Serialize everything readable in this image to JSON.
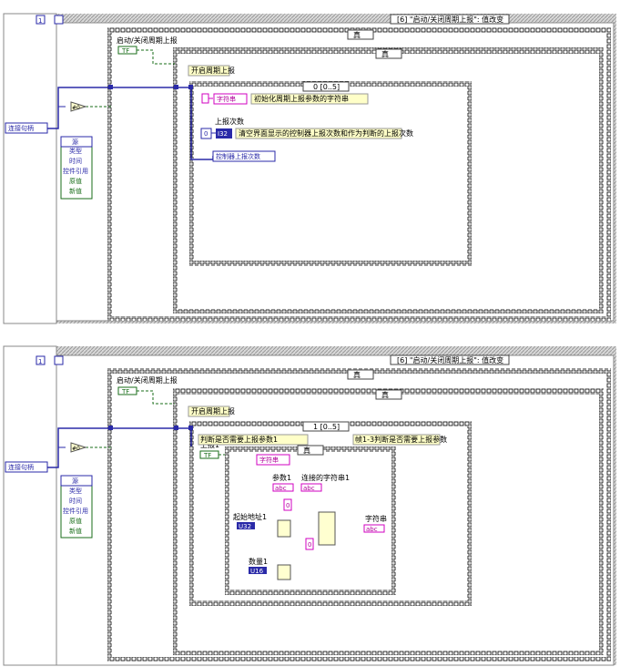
{
  "panels": [
    {
      "frame_index": "1",
      "event_case": "[6] \"启动/关闭周期上报\": 值改变",
      "inner_case": "真",
      "inner_case2": "真",
      "start_stop_label": "启动/关闭周期上报",
      "start_stop_const": "TF",
      "enable_label": "开启周期上报",
      "seq_frame": "0 [0..5]",
      "conn_handle": "连接句柄",
      "event_items": [
        "源",
        "类型",
        "时间",
        "控件引用",
        "原值",
        "新值"
      ],
      "string_node": "字符串",
      "init_comment": "初始化周期上报参数的字符串",
      "report_count_label": "上报次数",
      "report_count_const": "0",
      "report_count_type": "I32",
      "report_comment": "清空界面显示的控制器上报次数和作为判断的上报次数",
      "controller_count": "控制器上报次数"
    },
    {
      "frame_index": "1",
      "event_case": "[6] \"启动/关闭周期上报\": 值改变",
      "inner_case": "真",
      "inner_case2": "真",
      "start_stop_label": "启动/关闭周期上报",
      "start_stop_const": "TF",
      "enable_label": "开启周期上报",
      "seq_frame": "1 [0..5]",
      "conn_handle": "连接句柄",
      "event_items": [
        "源",
        "类型",
        "时间",
        "控件引用",
        "原值",
        "新值"
      ],
      "report1_label": "上报1",
      "report1_const": "TF",
      "judge_label": "判断是否需要上报参数1",
      "judge_comment": "帧1-3判断是否需要上报参数",
      "case_true": "真",
      "string_node": "字符串",
      "param1_label": "参数1",
      "concat_label": "连接的字符串1",
      "abc": "abc",
      "start_addr_label": "起始地址1",
      "u32": "U32",
      "count1_label": "数量1",
      "u16": "U16",
      "string_out_label": "字符串",
      "zero": "0"
    }
  ]
}
